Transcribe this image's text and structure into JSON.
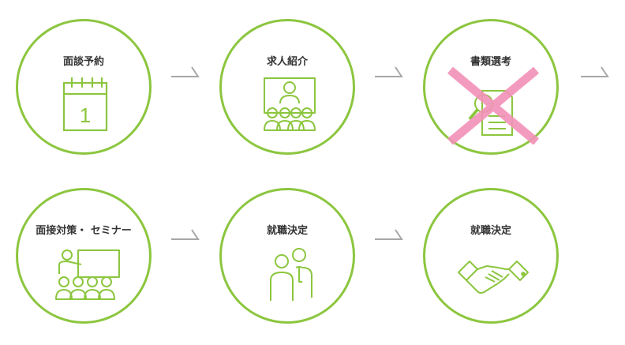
{
  "colors": {
    "accent": "#8cc63f",
    "arrow": "#a7a7a7",
    "cross": "#f291b8",
    "text": "#333333"
  },
  "steps": [
    {
      "label": "面談予約",
      "icon": "calendar-icon",
      "day": "1"
    },
    {
      "label": "求人紹介",
      "icon": "presentation-audience-icon"
    },
    {
      "label": "書類選考",
      "icon": "document-search-icon",
      "crossed": true
    },
    {
      "label": "面接対策・ セミナー",
      "icon": "seminar-icon"
    },
    {
      "label": "就職決定",
      "icon": "two-people-icon"
    },
    {
      "label": "就職決定",
      "icon": "handshake-icon"
    }
  ]
}
